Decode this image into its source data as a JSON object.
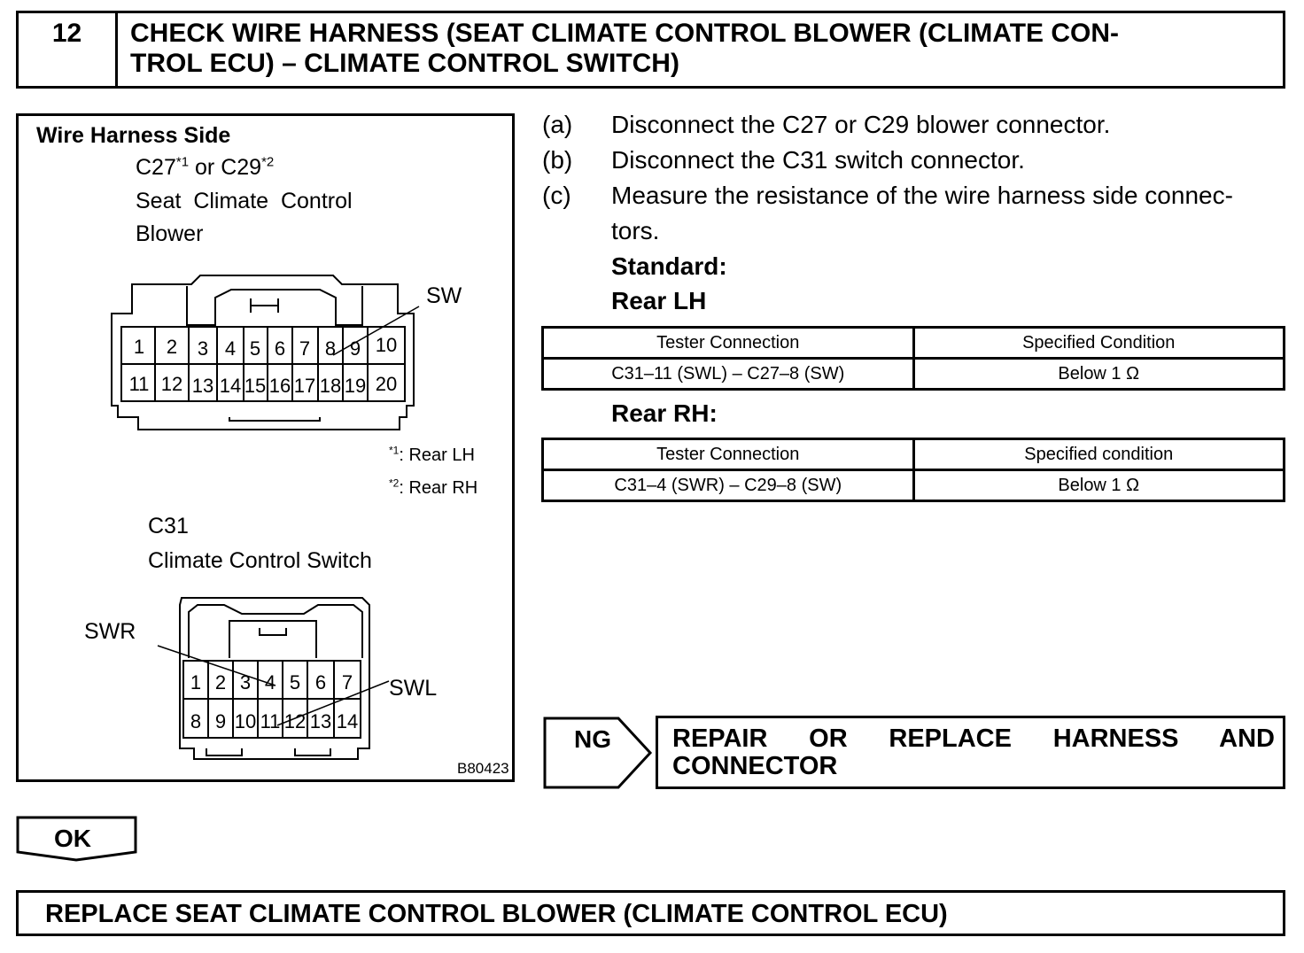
{
  "header": {
    "step_number": "12",
    "title_line1": "CHECK WIRE HARNESS (SEAT CLIMATE CONTROL BLOWER (CLIMATE CON-",
    "title_line2": "TROL ECU) – CLIMATE CONTROL SWITCH)"
  },
  "illustration": {
    "heading": "Wire Harness Side",
    "connector1": {
      "id_a": "C27",
      "note_a": "*1",
      "mid": " or ",
      "id_b": "C29",
      "note_b": "*2",
      "name_line1": "Seat  Climate  Control",
      "name_line2": "Blower",
      "pin_label": "SW",
      "pins_top": [
        "1",
        "2",
        "3",
        "4",
        "5",
        "6",
        "7",
        "8",
        "9",
        "10"
      ],
      "pins_bottom": [
        "11",
        "12",
        "13",
        "14",
        "15",
        "16",
        "17",
        "18",
        "19",
        "20"
      ]
    },
    "footnotes": [
      {
        "mark": "*1",
        "text": ": Rear LH"
      },
      {
        "mark": "*2",
        "text": ": Rear RH"
      }
    ],
    "connector2": {
      "id": "C31",
      "name": "Climate Control Switch",
      "pin_label_left": "SWR",
      "pin_label_right": "SWL",
      "pins_top": [
        "1",
        "2",
        "3",
        "4",
        "5",
        "6",
        "7"
      ],
      "pins_bottom": [
        "8",
        "9",
        "10",
        "11",
        "12",
        "13",
        "14"
      ]
    },
    "figure_code": "B80423"
  },
  "steps": [
    {
      "mark": "(a)",
      "text": "Disconnect the C27 or C29 blower connector."
    },
    {
      "mark": "(b)",
      "text": "Disconnect the C31 switch connector."
    },
    {
      "mark": "(c)",
      "text": "Measure the resistance of the wire harness side connec-",
      "text2": "tors."
    }
  ],
  "standard_label": "Standard:",
  "tables": [
    {
      "title": "Rear LH",
      "headers": [
        "Tester Connection",
        "Specified Condition"
      ],
      "row": [
        "C31–11 (SWL) – C27–8 (SW)",
        "Below 1 Ω"
      ]
    },
    {
      "title": "Rear RH:",
      "headers": [
        "Tester Connection",
        "Specified condition"
      ],
      "row": [
        "C31–4 (SWR) – C29–8 (SW)",
        "Below 1 Ω"
      ]
    }
  ],
  "ng": {
    "label": "NG",
    "result": "REPAIR OR REPLACE HARNESS AND CONNECTOR"
  },
  "ok": {
    "label": "OK"
  },
  "final": {
    "text": "REPLACE SEAT CLIMATE CONTROL BLOWER (CLIMATE CONTROL ECU)"
  }
}
